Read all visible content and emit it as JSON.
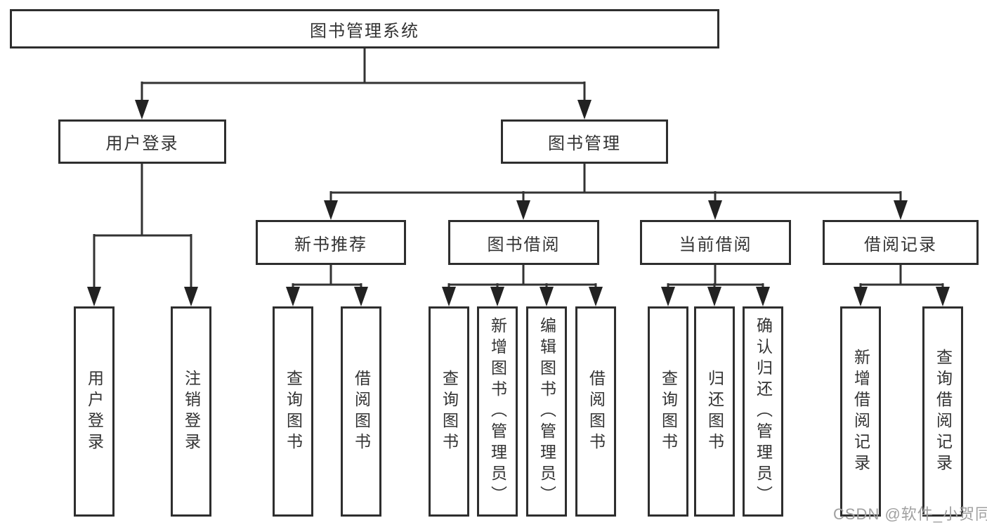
{
  "colors": {
    "background": "#ffffff",
    "line": "#333333",
    "box_border": "#2e2e2e",
    "text": "#333333",
    "watermark": "#a0a0a0"
  },
  "diagram": {
    "root": {
      "label": "图书管理系统"
    },
    "branches": {
      "user_login": {
        "label": "用户登录",
        "children": [
          "用户登录",
          "注销登录"
        ]
      },
      "book_management": {
        "label": "图书管理",
        "children": {
          "new_book_recommend": {
            "label": "新书推荐",
            "children": [
              "查询图书",
              "借阅图书"
            ]
          },
          "book_borrowing": {
            "label": "图书借阅",
            "children": [
              "查询图书",
              "新增图书（管理员）",
              "编辑图书（管理员）",
              "借阅图书"
            ]
          },
          "current_borrowing": {
            "label": "当前借阅",
            "children": [
              "查询图书",
              "归还图书",
              "确认归还（管理员）"
            ]
          },
          "borrowing_records": {
            "label": "借阅记录",
            "children": [
              "新增借阅记录",
              "查询借阅记录"
            ]
          }
        }
      }
    }
  },
  "watermark": {
    "text": "CSDN @软件_小贺同学"
  }
}
